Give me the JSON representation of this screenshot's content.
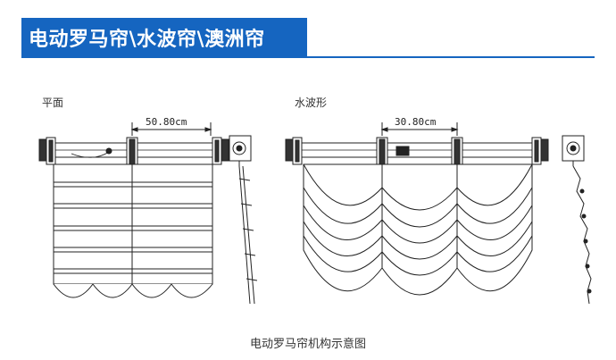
{
  "header": {
    "title": "电动罗马帘\\水波帘\\澳洲帘"
  },
  "left_diagram": {
    "label": "平面",
    "dimension": "50.80cm"
  },
  "right_diagram": {
    "label": "水波形",
    "dimension": "30.80cm"
  },
  "caption": "电动罗马帘机构示意图",
  "colors": {
    "header_bg": "#1565c0",
    "header_text": "#ffffff",
    "line": "#222222"
  }
}
